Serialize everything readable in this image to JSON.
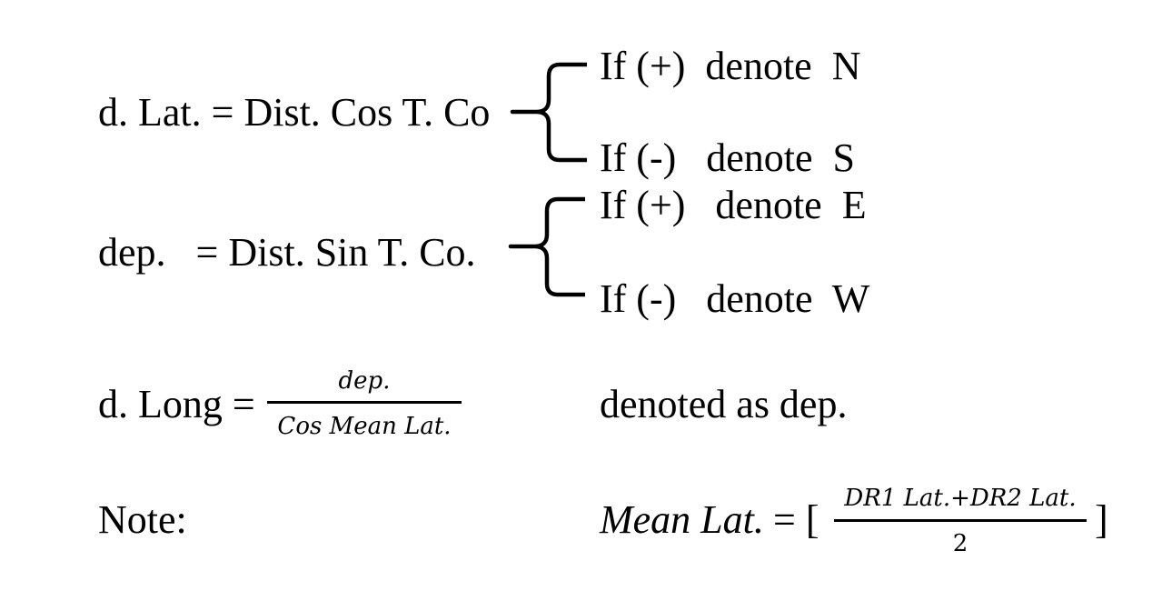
{
  "lat": {
    "formula": "d. Lat. = Dist. Cos T. Co",
    "case_plus": "If (+)  denote  N",
    "case_minus": "If (-)   denote  S"
  },
  "dep": {
    "formula": "dep.   = Dist. Sin T. Co.",
    "case_plus": "If (+)   denote  E",
    "case_minus": "If (-)   denote  W"
  },
  "long": {
    "lhs": "d. Long =",
    "numerator": "dep.",
    "denominator": "Cos Mean Lat.",
    "note": "denoted as dep."
  },
  "note": {
    "label": "Note:",
    "lhs": "Mean Lat.",
    "equals_open": " = [",
    "numerator": "DR1 Lat.+DR2 Lat.",
    "denominator": "2",
    "close": "]"
  }
}
